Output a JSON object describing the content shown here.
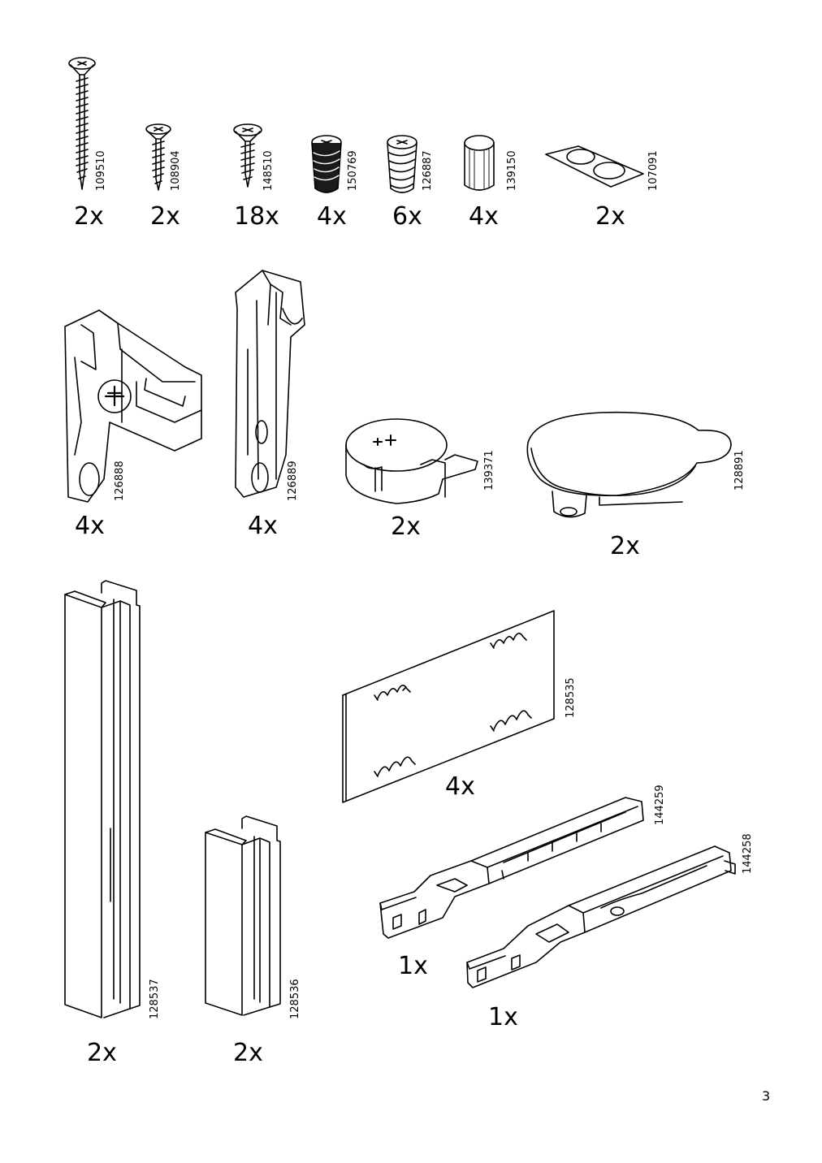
{
  "page_number": "3",
  "parts": [
    {
      "id": "109510",
      "qty": "2x",
      "icon": "long-wood-screw-icon"
    },
    {
      "id": "108904",
      "qty": "2x",
      "icon": "short-wood-screw-icon"
    },
    {
      "id": "148510",
      "qty": "18x",
      "icon": "small-wood-screw-icon"
    },
    {
      "id": "150769",
      "qty": "4x",
      "icon": "black-euro-screw-icon"
    },
    {
      "id": "126887",
      "qty": "6x",
      "icon": "euro-screw-icon"
    },
    {
      "id": "139150",
      "qty": "4x",
      "icon": "wooden-dowel-icon"
    },
    {
      "id": "107091",
      "qty": "2x",
      "icon": "adhesive-pads-icon"
    },
    {
      "id": "126888",
      "qty": "4x",
      "icon": "drawer-front-bracket-icon"
    },
    {
      "id": "126889",
      "qty": "4x",
      "icon": "drawer-rear-bracket-icon"
    },
    {
      "id": "139371",
      "qty": "2x",
      "icon": "cam-lock-icon"
    },
    {
      "id": "128891",
      "qty": "2x",
      "icon": "cover-cap-icon"
    },
    {
      "id": "128537",
      "qty": "2x",
      "icon": "long-rail-profile-icon"
    },
    {
      "id": "128536",
      "qty": "2x",
      "icon": "short-rail-profile-icon"
    },
    {
      "id": "128535",
      "qty": "4x",
      "icon": "clip-plate-icon"
    },
    {
      "id": "144259",
      "qty": "1x",
      "icon": "left-runner-icon"
    },
    {
      "id": "144258",
      "qty": "1x",
      "icon": "right-runner-icon"
    }
  ]
}
